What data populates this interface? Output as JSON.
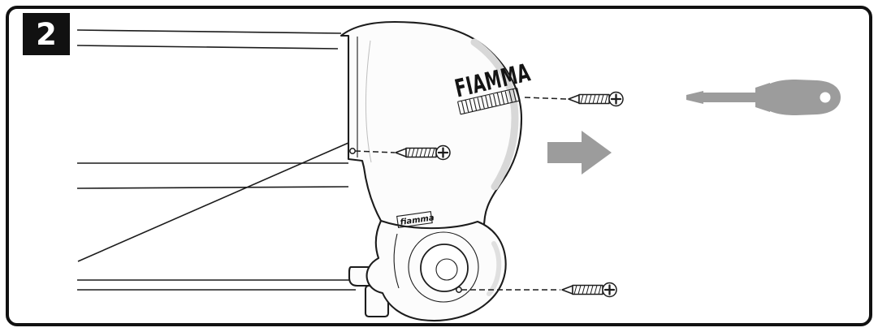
{
  "step_badge": {
    "number": "2"
  },
  "diagram": {
    "brand_logo": "FIAMMA",
    "brand_small_label": "fiamma",
    "icons": {
      "direction_arrow": "right-arrow-icon",
      "tool": "screwdriver-icon",
      "fastener": "phillips-screw-icon"
    }
  },
  "colors": {
    "line": "#1c1c1c",
    "tool_gray": "#9c9c9c",
    "shade": "#d8d8d8",
    "badge_bg": "#111111",
    "badge_text": "#ffffff",
    "border": "#111111",
    "background": "#ffffff"
  }
}
